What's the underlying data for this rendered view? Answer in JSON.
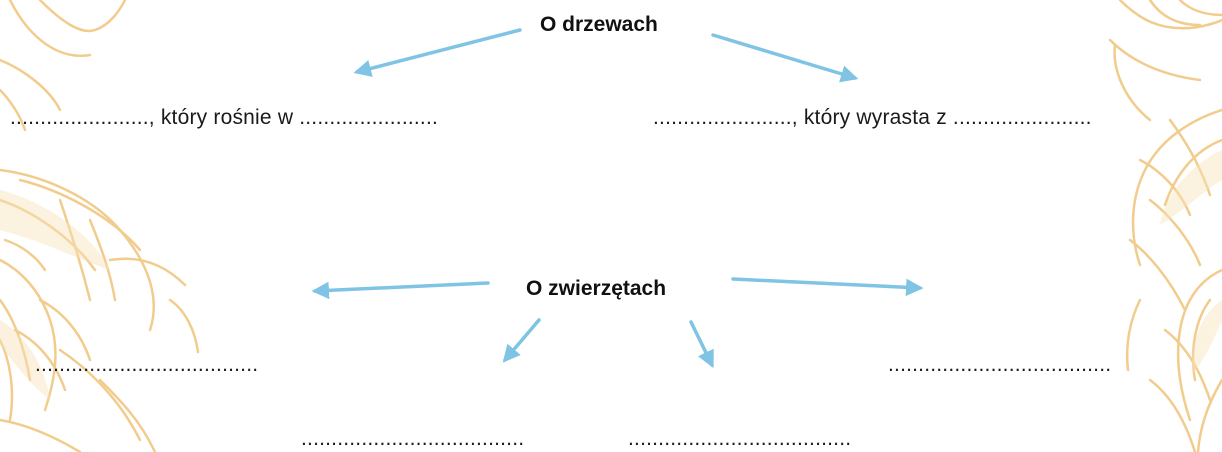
{
  "topic_trees": {
    "title": "O drzewach",
    "left_blank": "......................., który rośnie w .......................",
    "right_blank": "......................., który wyrasta z ......................."
  },
  "topic_animals": {
    "title": "O zwierzętach",
    "blank_left": ".....................................",
    "blank_right": ".....................................",
    "blank_bottom_left": ".....................................",
    "blank_bottom_right": "....................................."
  },
  "colors": {
    "arrow": "#7fc4e4",
    "decoration": "#f0c781",
    "decoration_dark": "#e7b25e",
    "text": "#1a1a1a"
  },
  "decoration_icon": "golden-floral-ornament-icon"
}
